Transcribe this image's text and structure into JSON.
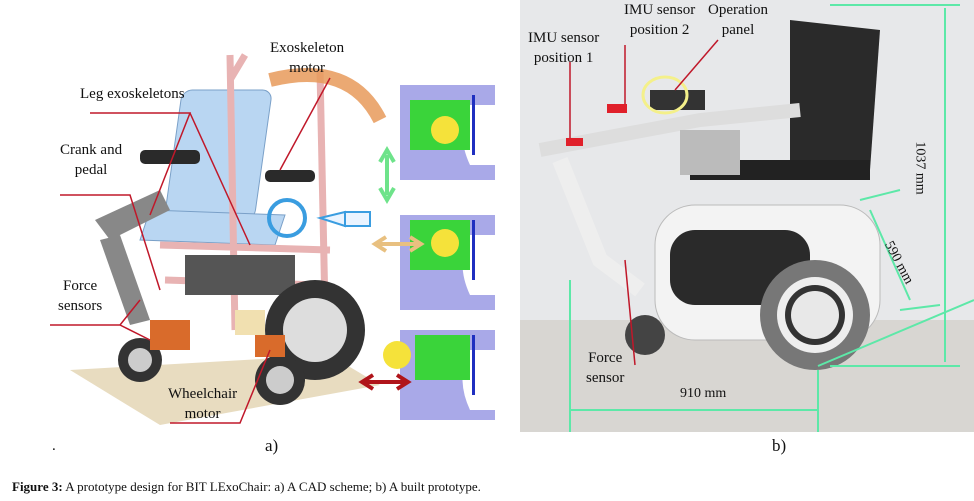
{
  "figure": {
    "panel_a": {
      "label": "a)",
      "dot": ".",
      "labels": {
        "exoskeleton_motor": [
          "Exoskeleton",
          "motor"
        ],
        "leg_exoskeletons": "Leg exoskeletons",
        "crank_and_pedal": [
          "Crank and",
          "pedal"
        ],
        "force_sensors": [
          "Force",
          "sensors"
        ],
        "wheelchair_motor": [
          "Wheelchair",
          "motor"
        ]
      }
    },
    "panel_b": {
      "label": "b)",
      "labels": {
        "imu_sensor_1": [
          "IMU sensor",
          "position 1"
        ],
        "imu_sensor_2": [
          "IMU sensor",
          "position 2"
        ],
        "operation_panel": [
          "Operation",
          "panel"
        ],
        "force_sensor": [
          "Force",
          "sensor"
        ]
      },
      "dimensions": {
        "height": "1037 mm",
        "depth": "590 mm",
        "length": "910 mm"
      }
    },
    "caption": {
      "prefix": "Figure 3:",
      "text": " A prototype design for BIT LExoChair: a) A CAD scheme; b) A built prototype."
    },
    "colors": {
      "dimension_line": "#5de8a8",
      "leader_line": "#c0182a",
      "sensor_marker": "#e0202a",
      "highlight": "#f4f08a"
    }
  }
}
